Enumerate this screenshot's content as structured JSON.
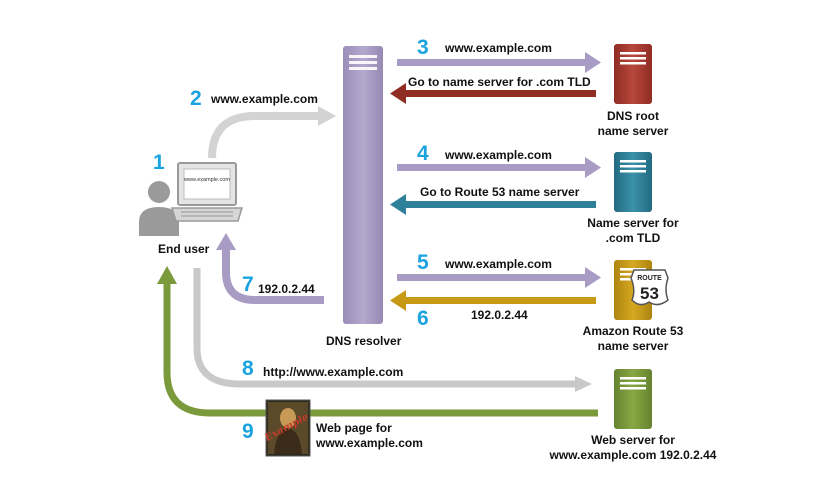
{
  "nodes": {
    "end_user": "End user",
    "laptop_screen_text": "www.example.com",
    "dns_resolver": "DNS resolver",
    "root_line1": "DNS root",
    "root_line2": "name server",
    "tld_line1": "Name server for",
    "tld_line2": ".com TLD",
    "r53_line1": "Amazon Route 53",
    "r53_line2": "name server",
    "r53_badge_top": "ROUTE",
    "r53_badge_num": "53",
    "web_line1": "Web server for",
    "web_line2": "www.example.com 192.0.2.44",
    "webpage_line1": "Web page for",
    "webpage_line2": "www.example.com",
    "thumb_text": "Example"
  },
  "steps": [
    {
      "num": "1",
      "label": ""
    },
    {
      "num": "2",
      "label": "www.example.com"
    },
    {
      "num": "3",
      "label": "www.example.com"
    },
    {
      "num": "",
      "label": "Go to name server for .com TLD"
    },
    {
      "num": "4",
      "label": "www.example.com"
    },
    {
      "num": "",
      "label": "Go to Route 53 name server"
    },
    {
      "num": "5",
      "label": "www.example.com"
    },
    {
      "num": "6",
      "label": "192.0.2.44"
    },
    {
      "num": "7",
      "label": "192.0.2.44"
    },
    {
      "num": "8",
      "label": "http://www.example.com"
    },
    {
      "num": "9",
      "label": ""
    }
  ],
  "colors": {
    "resolver": "#a89cc4",
    "root_server": "#a63a30",
    "tld_server": "#2f8199",
    "route53_server": "#c79a16",
    "web_server": "#7a9a3c",
    "arrow_gray": "#c9c9c9",
    "step_number": "#1aa3e0"
  }
}
